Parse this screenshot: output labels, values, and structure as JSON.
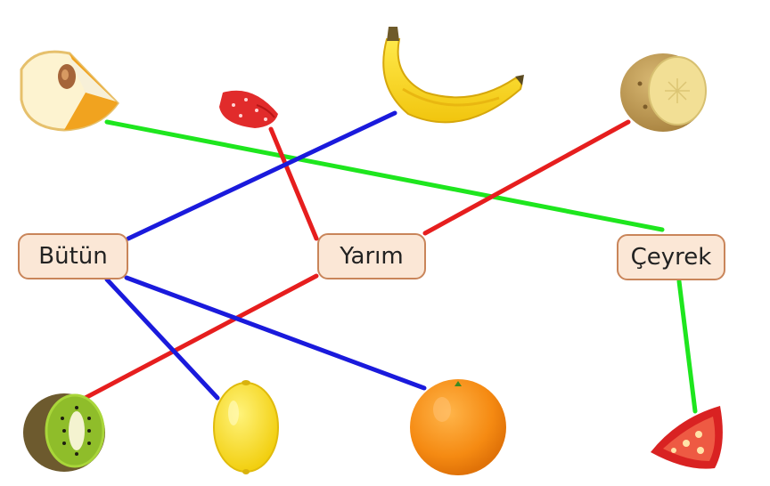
{
  "labels": {
    "whole": "Bütün",
    "half": "Yarım",
    "quarter": "Çeyrek"
  },
  "colors": {
    "whole": "#1a1adc",
    "half": "#e61e1e",
    "quarter": "#1ee61e",
    "box_fill": "#fbe7d6",
    "box_border": "#c9855a"
  },
  "pictures": {
    "top": [
      "quince-quarter",
      "strawberry-half",
      "banana-whole",
      "potato-half"
    ],
    "bottom": [
      "kiwi-half",
      "lemon-whole",
      "orange-whole",
      "tomato-quarter"
    ]
  },
  "connections": [
    {
      "label": "whole",
      "item": "banana"
    },
    {
      "label": "whole",
      "item": "lemon"
    },
    {
      "label": "whole",
      "item": "orange"
    },
    {
      "label": "half",
      "item": "strawberry"
    },
    {
      "label": "half",
      "item": "potato"
    },
    {
      "label": "half",
      "item": "kiwi"
    },
    {
      "label": "quarter",
      "item": "quince"
    },
    {
      "label": "quarter",
      "item": "tomato"
    }
  ]
}
